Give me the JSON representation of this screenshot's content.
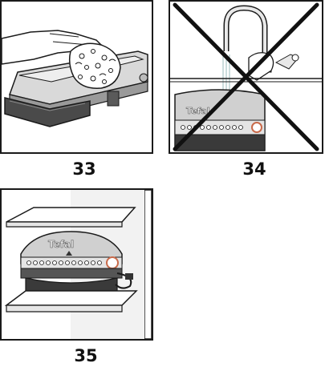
{
  "figures": [
    {
      "number": "33",
      "brand_label": ""
    },
    {
      "number": "34",
      "brand_label": "Tefal"
    },
    {
      "number": "35",
      "brand_label": "Tefal"
    }
  ],
  "colors": {
    "line": "#1a1a1a",
    "metal_light": "#d9d9d9",
    "metal_mid": "#b3b3b3",
    "metal_dark": "#6e6e6e",
    "tray": "#4a4a4a",
    "ring": "#c96a4a"
  }
}
